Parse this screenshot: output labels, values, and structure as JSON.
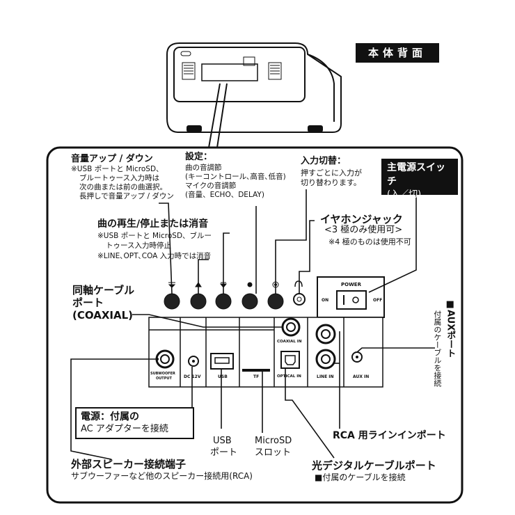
{
  "badge": "本体背面",
  "volume": {
    "title": "音量アップ / ダウン",
    "notes": [
      "※USB ポートと MicroSD、",
      "ブルートゥース入力時は",
      "次の曲または前の曲選択。",
      "長押しで音量アップ / ダウン"
    ]
  },
  "settings": {
    "title": "設定：",
    "lines": [
      "曲の音調節",
      "(キーコントロール､高音､低音)",
      "マイクの音調節",
      "(音量、ECHO、DELAY)"
    ]
  },
  "input_switch": {
    "title": "入力切替：",
    "lines": [
      "押すごとに入力が",
      "切り替わります。"
    ]
  },
  "main_power": {
    "title": "主電源スイッチ",
    "sub": "(入／切)"
  },
  "play": {
    "title": "曲の再生/停止または消音",
    "notes": [
      "※USB ポートと MicroSD、ブルー",
      "トゥース入力時停止",
      "※LINE､OPT､COA 入力時では消音"
    ]
  },
  "earphone": {
    "title": "イヤホンジャック",
    "sub": "<3 極のみ使用可>",
    "note": "※4 極のものは使用不可"
  },
  "coaxial": {
    "lines": [
      "同軸ケーブル",
      "ポート",
      "(COAXIAL)"
    ]
  },
  "aux": {
    "title": "■AUXポート",
    "sub": "付属のケーブルを接続"
  },
  "dc": {
    "line1": "電源：付属の",
    "line2": "AC アダプターを接続"
  },
  "usb": {
    "line1": "USB",
    "line2": "ポート"
  },
  "microsd": {
    "line1": "MicroSD",
    "line2": "スロット"
  },
  "rca": "RCA 用ラインインポート",
  "external": {
    "title": "外部スピーカー接続端子",
    "sub": "サブウーファーなど他のスピーカー接続用(RCA)"
  },
  "optical": {
    "title": "光デジタルケーブルポート",
    "sub": "■付属のケーブルを接続"
  },
  "panel": {
    "power": "POWER",
    "on": "ON",
    "off": "OFF",
    "subwoofer": "SUBWOOFER",
    "output": "OUTPUT",
    "dc12": "DC 12V",
    "usb": "USB",
    "tf": "TF",
    "coaxial_in": "COAXIAL IN",
    "optical_in": "OPTICAL IN",
    "line_in": "LINE IN",
    "aux_in": "AUX IN"
  }
}
